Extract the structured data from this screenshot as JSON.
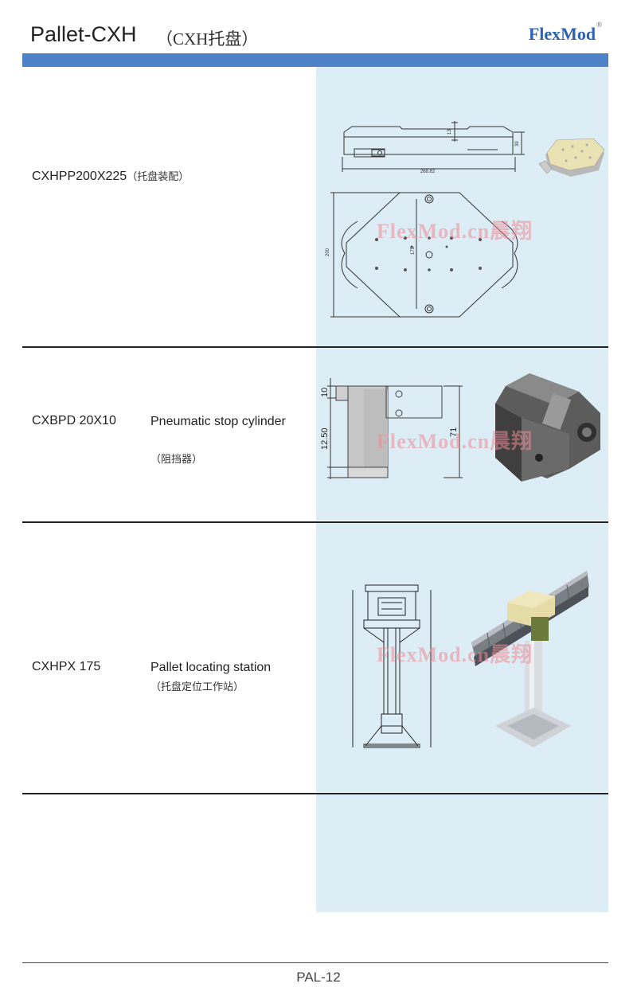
{
  "header": {
    "title": "Pallet-CXH",
    "title_cn": "（CXH托盘）",
    "brand": "FlexMod",
    "brand_mark": "®"
  },
  "watermark": "FlexMod.cn晨翔",
  "products": [
    {
      "code": "CXHPP200X225",
      "code_cn": "（托盘装配）",
      "drawing_dims": {
        "length": "268.82",
        "height": "39",
        "lip": "13",
        "width": "200",
        "hole_span": "175"
      }
    },
    {
      "code": "CXBPD 20X10",
      "desc": "Pneumatic stop cylinder",
      "desc_cn": "（阻挡器）",
      "drawing_dims": {
        "top": "10",
        "mid": "12.50",
        "overall": "71"
      }
    },
    {
      "code": "CXHPX 175",
      "desc": "Pallet locating station",
      "desc_cn": "（托盘定位工作站）"
    }
  ],
  "footer": {
    "page": "PAL-12"
  },
  "colors": {
    "header_bar": "#4d82c7",
    "panel_bg": "#dcedf6",
    "brand": "#2c63b3"
  }
}
